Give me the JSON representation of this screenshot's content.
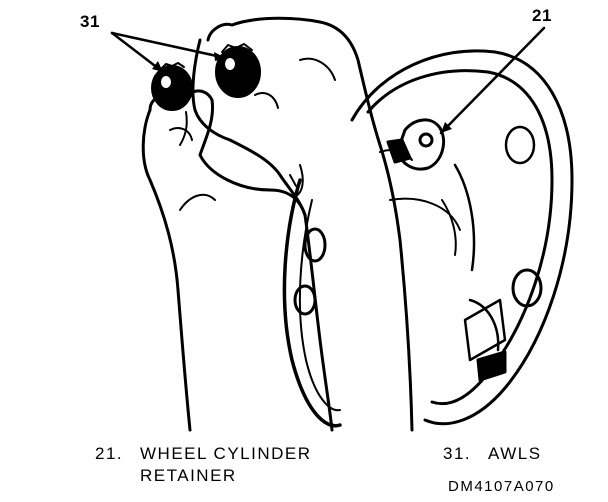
{
  "callouts": {
    "awls_number": "31",
    "retainer_number": "21"
  },
  "legend": [
    {
      "number": "21.",
      "line1": "WHEEL CYLINDER",
      "line2": "RETAINER"
    },
    {
      "number": "31.",
      "line1": "AWLS"
    }
  ],
  "figure_code": "DM4107A070"
}
